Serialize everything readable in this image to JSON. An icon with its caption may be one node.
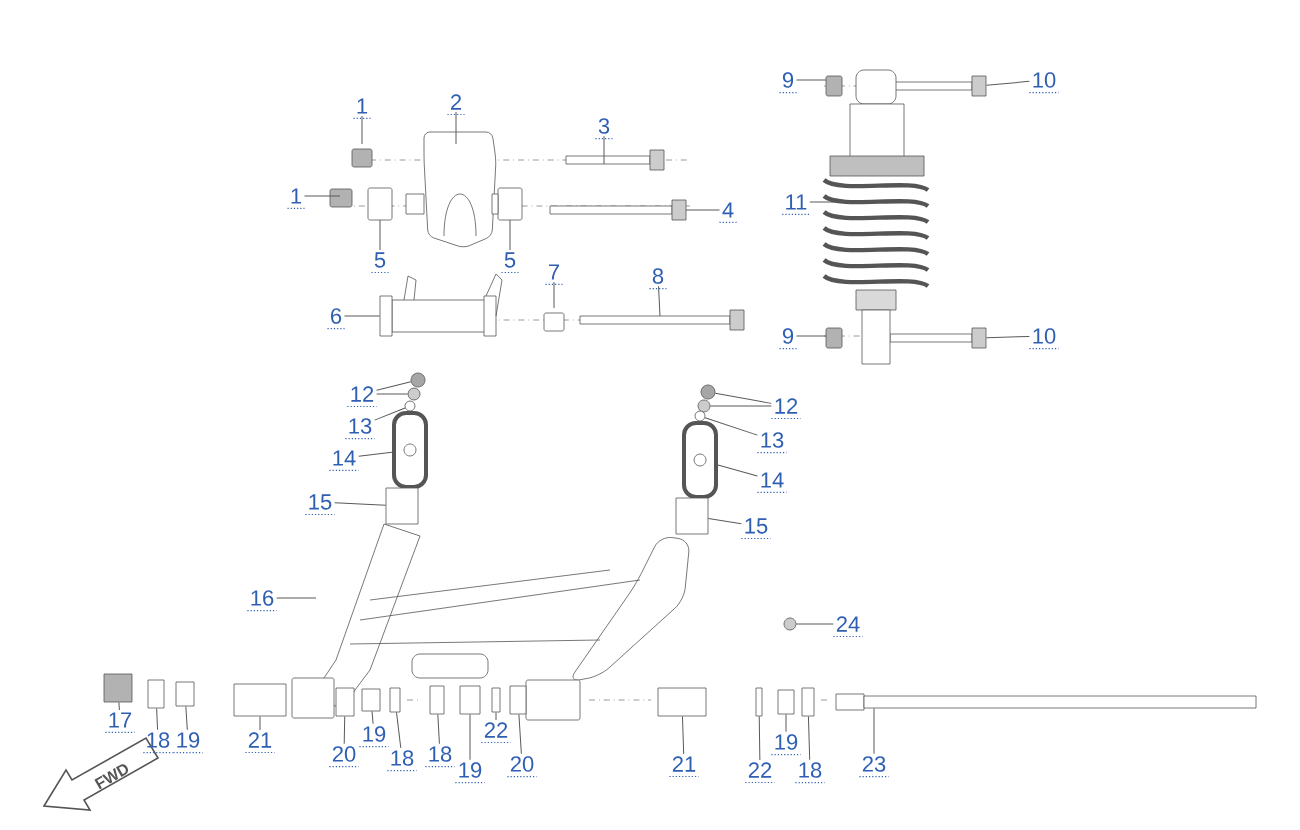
{
  "diagram": {
    "nodes": [
      {
        "text": [
          "1"
        ]
      },
      {
        "text": [
          "1"
        ]
      },
      {
        "text": [
          "2"
        ]
      },
      {
        "text": [
          "3"
        ]
      },
      {
        "text": [
          "4"
        ]
      },
      {
        "text": [
          "5"
        ]
      },
      {
        "text": [
          "5"
        ]
      },
      {
        "text": [
          "6"
        ]
      },
      {
        "text": [
          "7"
        ]
      },
      {
        "text": [
          "8"
        ]
      },
      {
        "text": [
          "9"
        ]
      },
      {
        "text": [
          "10"
        ]
      },
      {
        "text": [
          "11"
        ]
      },
      {
        "text": [
          "9"
        ]
      },
      {
        "text": [
          "10"
        ]
      },
      {
        "text": [
          "12"
        ]
      },
      {
        "text": [
          "13"
        ]
      },
      {
        "text": [
          "14"
        ]
      },
      {
        "text": [
          "15"
        ]
      },
      {
        "text": [
          "12"
        ]
      },
      {
        "text": [
          "13"
        ]
      },
      {
        "text": [
          "14"
        ]
      },
      {
        "text": [
          "15"
        ]
      },
      {
        "text": [
          "16"
        ]
      },
      {
        "text": [
          "17"
        ]
      },
      {
        "text": [
          "18"
        ]
      },
      {
        "text": [
          "19"
        ]
      },
      {
        "text": [
          "21"
        ]
      },
      {
        "text": [
          "20"
        ]
      },
      {
        "text": [
          "19"
        ]
      },
      {
        "text": [
          "18"
        ]
      },
      {
        "text": [
          "18"
        ]
      },
      {
        "text": [
          "19"
        ]
      },
      {
        "text": [
          "22"
        ]
      },
      {
        "text": [
          "20"
        ]
      },
      {
        "text": [
          "21"
        ]
      },
      {
        "text": [
          "22"
        ]
      },
      {
        "text": [
          "19"
        ]
      },
      {
        "text": [
          "18"
        ]
      },
      {
        "text": [
          "23"
        ]
      },
      {
        "text": [
          "24"
        ]
      },
      {
        "text": [],
        "shape": "box"
      },
      {
        "text": [],
        "shape": "circle"
      },
      {
        "text": [],
        "shape": "circle"
      },
      {
        "text": [],
        "shape": "box"
      },
      {
        "text": [],
        "shape": "box"
      },
      {
        "text": [],
        "shape": "box"
      },
      {
        "text": [],
        "shape": "box"
      },
      {
        "text": [],
        "shape": "box"
      },
      {
        "text": [],
        "shape": "box"
      },
      {
        "text": [],
        "shape": "box"
      },
      {
        "text": [],
        "shape": "box"
      },
      {
        "text": [],
        "shape": "box"
      },
      {
        "text": [],
        "shape": "box"
      },
      {
        "text": [],
        "shape": "box"
      },
      {
        "text": [],
        "shape": "circle"
      },
      {
        "text": [],
        "shape": "circle"
      },
      {
        "text": [],
        "shape": "circle"
      },
      {
        "text": [],
        "shape": "circle"
      },
      {
        "text": [],
        "shape": "circle"
      },
      {
        "text": [],
        "shape": "box"
      },
      {
        "text": [],
        "shape": "box"
      },
      {
        "text": [],
        "shape": "box"
      },
      {
        "text": [],
        "shape": "box"
      },
      {
        "text": [],
        "shape": "box"
      },
      {
        "text": [],
        "shape": "box"
      },
      {
        "text": [],
        "shape": "box"
      },
      {
        "text": [],
        "shape": "box"
      },
      {
        "text": [],
        "shape": "box"
      },
      {
        "text": [],
        "shape": "box"
      },
      {
        "text": [],
        "shape": "box"
      }
    ],
    "edges": [
      {
        "from": 0,
        "to": null,
        "arrow": "none"
      },
      {
        "from": 1,
        "to": null,
        "arrow": "none"
      },
      {
        "from": 2,
        "to": null,
        "arrow": "none"
      },
      {
        "from": 3,
        "to": null,
        "arrow": "none"
      },
      {
        "from": 4,
        "to": null,
        "arrow": "none"
      },
      {
        "from": 5,
        "to": null,
        "arrow": "none"
      },
      {
        "from": 6,
        "to": null,
        "arrow": "none"
      },
      {
        "from": 7,
        "to": 41,
        "arrow": "none"
      },
      {
        "from": 8,
        "to": null,
        "arrow": "none"
      },
      {
        "from": 9,
        "to": null,
        "arrow": "none"
      },
      {
        "from": 10,
        "to": null,
        "arrow": "none"
      },
      {
        "from": 11,
        "to": 46,
        "arrow": "none"
      },
      {
        "from": 12,
        "to": null,
        "arrow": "none"
      },
      {
        "from": 13,
        "to": null,
        "arrow": "none"
      },
      {
        "from": 14,
        "to": 47,
        "arrow": "none"
      },
      {
        "from": 15,
        "to": 42,
        "arrow": "none"
      },
      {
        "from": 15,
        "to": 43,
        "arrow": "none"
      },
      {
        "from": 16,
        "to": 56,
        "arrow": "none"
      },
      {
        "from": 17,
        "to": 44,
        "arrow": "none"
      },
      {
        "from": 18,
        "to": 61,
        "arrow": "none"
      },
      {
        "from": 19,
        "to": 57,
        "arrow": "none"
      },
      {
        "from": 19,
        "to": 58,
        "arrow": "none"
      },
      {
        "from": 20,
        "to": 59,
        "arrow": "none"
      },
      {
        "from": 21,
        "to": 45,
        "arrow": "none"
      },
      {
        "from": 22,
        "to": 60,
        "arrow": "none"
      },
      {
        "from": 23,
        "to": null,
        "arrow": "none"
      },
      {
        "from": 24,
        "to": 62,
        "arrow": "none"
      },
      {
        "from": 25,
        "to": 48,
        "arrow": "none"
      },
      {
        "from": 26,
        "to": 63,
        "arrow": "none"
      },
      {
        "from": 27,
        "to": 64,
        "arrow": "none"
      },
      {
        "from": 28,
        "to": 49,
        "arrow": "none"
      },
      {
        "from": 29,
        "to": 65,
        "arrow": "none"
      },
      {
        "from": 30,
        "to": 50,
        "arrow": "none"
      },
      {
        "from": 31,
        "to": 66,
        "arrow": "none"
      },
      {
        "from": 32,
        "to": 51,
        "arrow": "none"
      },
      {
        "from": 33,
        "to": 67,
        "arrow": "none"
      },
      {
        "from": 34,
        "to": 52,
        "arrow": "none"
      },
      {
        "from": 35,
        "to": 68,
        "arrow": "none"
      },
      {
        "from": 36,
        "to": 53,
        "arrow": "none"
      },
      {
        "from": 37,
        "to": 69,
        "arrow": "none"
      },
      {
        "from": 38,
        "to": 54,
        "arrow": "none"
      },
      {
        "from": 39,
        "to": 70,
        "arrow": "none"
      },
      {
        "from": 40,
        "to": 55,
        "arrow": "none"
      }
    ],
    "labels": [
      "FWD"
    ]
  }
}
